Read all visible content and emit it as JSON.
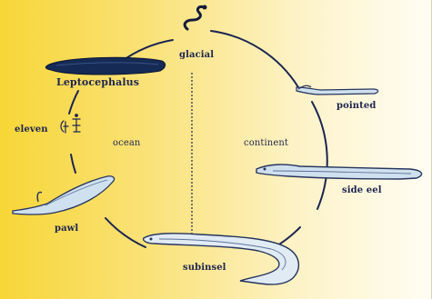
{
  "diagram": {
    "labels": {
      "glacial": "glacial",
      "leptocephalus": "Leptocephalus",
      "eleven": "eleven",
      "ocean": "ocean",
      "continent": "continent",
      "pointed": "pointed",
      "side_eel": "side eel",
      "pawl": "pawl",
      "subinsel": "subinsel"
    },
    "colors": {
      "background_left": "#f7d637",
      "background_right": "#fffdf4",
      "line": "#1d2550",
      "larva": "#152a55",
      "eel_fill": "#cfe0ee",
      "eel_stroke": "#27355e"
    },
    "icons": [
      "seahorse-icon",
      "leptocephalus-larva",
      "glass-eel",
      "elver",
      "yellow-eel",
      "silver-eel",
      "egg-symbols-icon"
    ]
  }
}
